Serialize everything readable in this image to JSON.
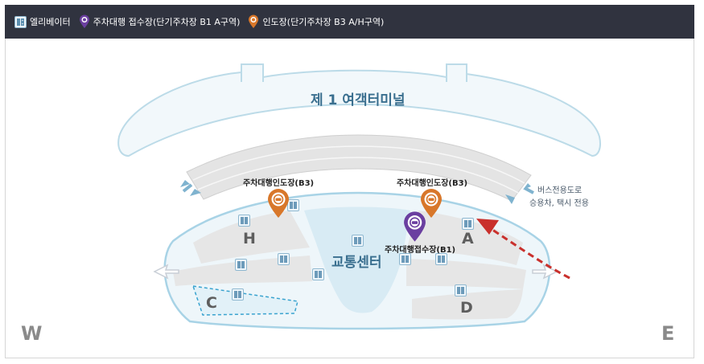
{
  "legend": {
    "items": [
      {
        "icon": "elevator-icon",
        "label": "엘리베이터"
      },
      {
        "icon": "purple-pin-icon",
        "label": "주차대행 접수장(단기주차장 B1 A구역)",
        "color": "#6b3fa0"
      },
      {
        "icon": "orange-pin-icon",
        "label": "인도장(단기주차장 B3 A/H구역)",
        "color": "#d8772a"
      }
    ]
  },
  "map": {
    "terminal_label": "제 1 여객터미널",
    "center_label": "교통센터",
    "pins": [
      {
        "label": "주차대행인도장(B3)",
        "color": "#d8772a"
      },
      {
        "label": "주차대행인도장(B3)",
        "color": "#d8772a"
      },
      {
        "label": "주차대행접수장(B1)",
        "color": "#6b3fa0"
      }
    ],
    "zones": [
      "H",
      "A",
      "C",
      "D"
    ],
    "compass": {
      "west": "W",
      "east": "E"
    },
    "bus_note": {
      "line1": "버스전용도로",
      "line2": "승용차, 택시 전용"
    },
    "colors": {
      "road": "#a8d3e6",
      "terminal": "#eaf4f8",
      "parking": "#ececec",
      "arrow": "#c9302c"
    }
  }
}
